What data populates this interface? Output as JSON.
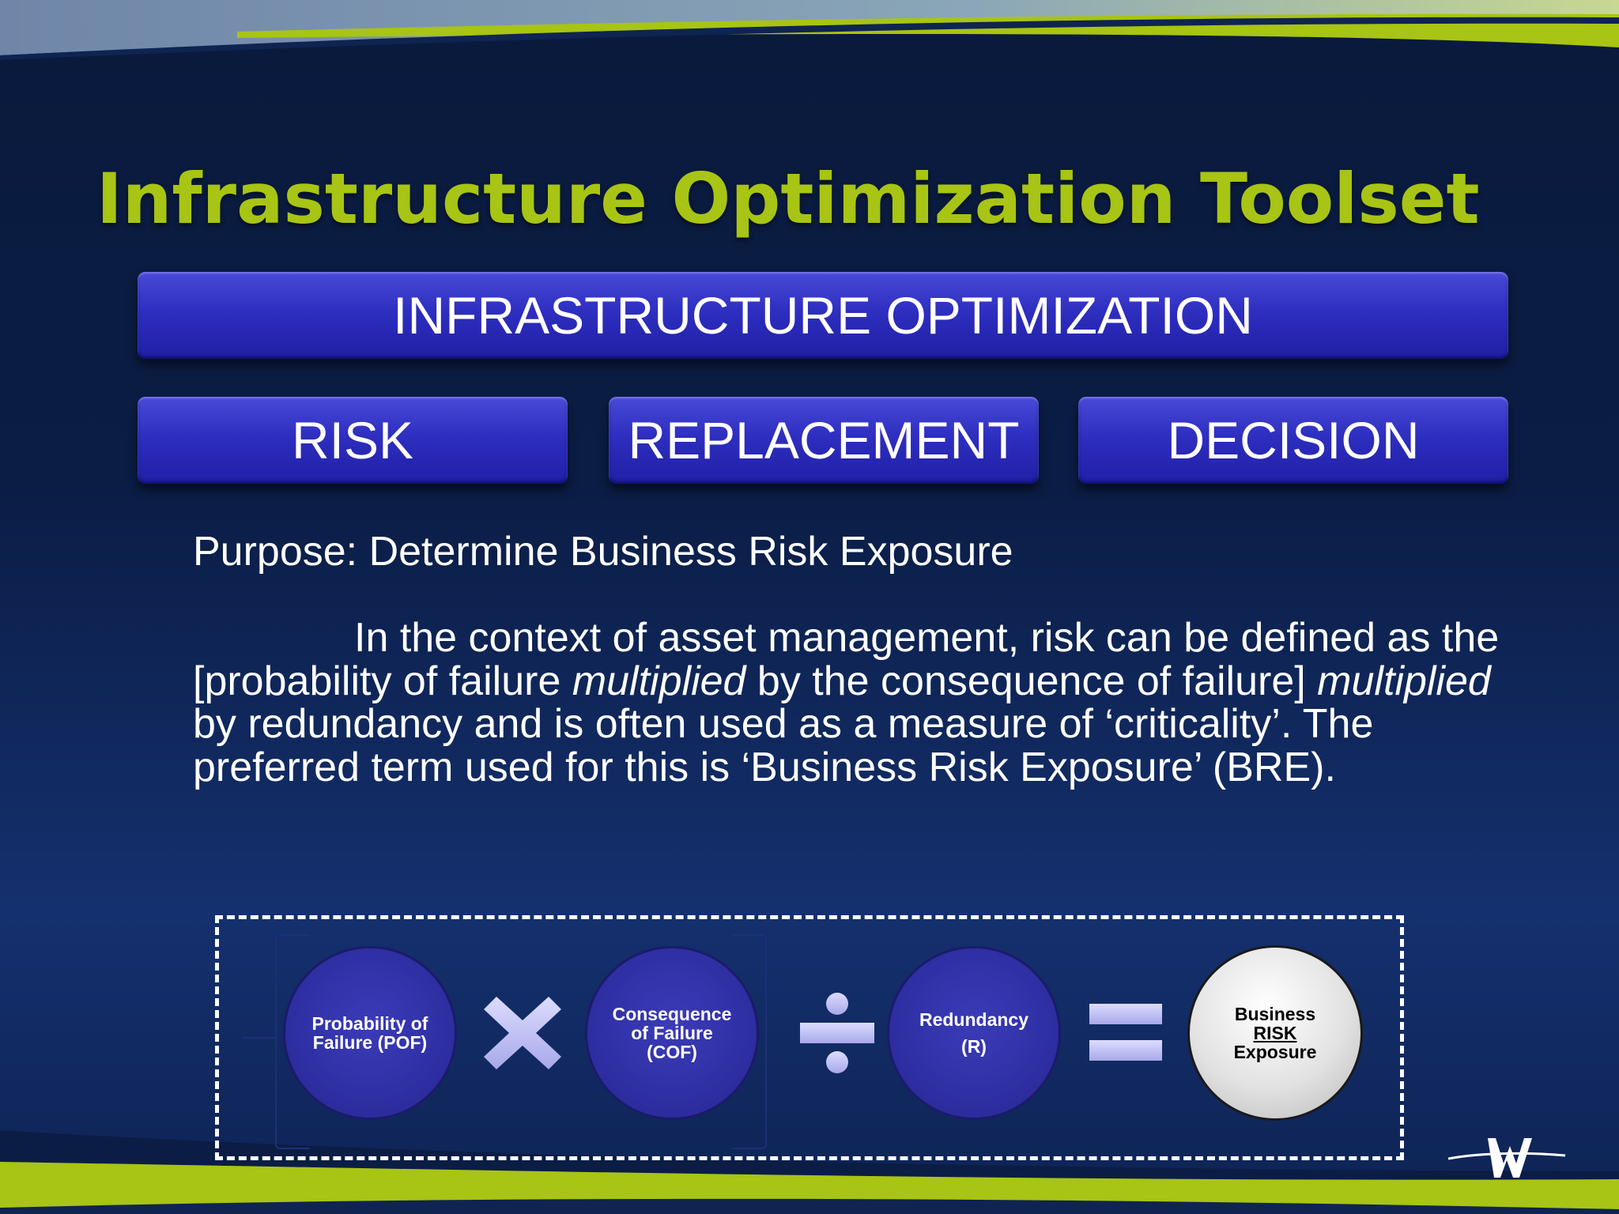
{
  "slide": {
    "title": "Infrastructure Optimization Toolset",
    "colors": {
      "title": "#a8c414",
      "bar_fill": "#2e2ec0",
      "background": "#0b1d45",
      "accent_green": "#a8c414"
    }
  },
  "bars": {
    "main": "INFRASTRUCTURE OPTIMIZATION",
    "risk": "RISK",
    "replacement": "REPLACEMENT",
    "decision": "DECISION"
  },
  "purpose": "Purpose: Determine Business Risk Exposure",
  "body": {
    "part1": "In the context of asset management, risk can be defined as the [probability of failure ",
    "em1": "multiplied",
    "part2": " by the consequence of failure] ",
    "em2": "multiplied",
    "part3": " by redundancy and is often used as a measure of ‘criticality’. The preferred term used for this is ‘Business Risk Exposure’ (BRE)."
  },
  "formula": {
    "pof": {
      "line1": "Probability of",
      "line2": "Failure (POF)"
    },
    "cof": {
      "line1": "Consequence",
      "line2": "of Failure",
      "line3": "(COF)"
    },
    "r": {
      "line1": "Redundancy",
      "line2": "(R)"
    },
    "bre": {
      "line1": "Business",
      "line2": "RISK",
      "line3": "Exposure"
    },
    "icons": [
      "multiply-icon",
      "divide-icon",
      "equals-icon"
    ]
  },
  "logo": {
    "icon": "w-logo-icon"
  }
}
